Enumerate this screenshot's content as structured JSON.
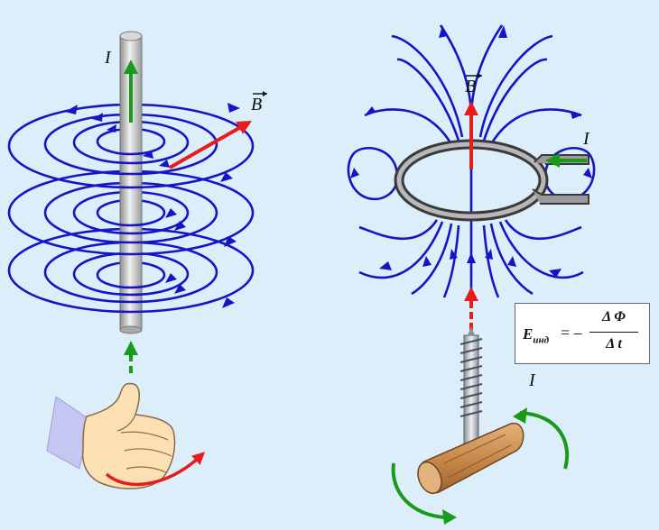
{
  "labels": {
    "current_left": "I",
    "field_left": "B",
    "field_right": "B",
    "current_right_top": "I",
    "current_right_bottom": "I"
  },
  "formula": {
    "lhs": "E",
    "lhs_sub": "инд",
    "equals": "= –",
    "numerator": "Δ Φ",
    "denominator": "Δ t"
  },
  "colors": {
    "background": "#dbeef9",
    "field_lines": "#1515c8",
    "current_arrow": "#1a9a1a",
    "field_vector": "#e81c1c",
    "rotation_arrow": "#1a9a1a"
  }
}
